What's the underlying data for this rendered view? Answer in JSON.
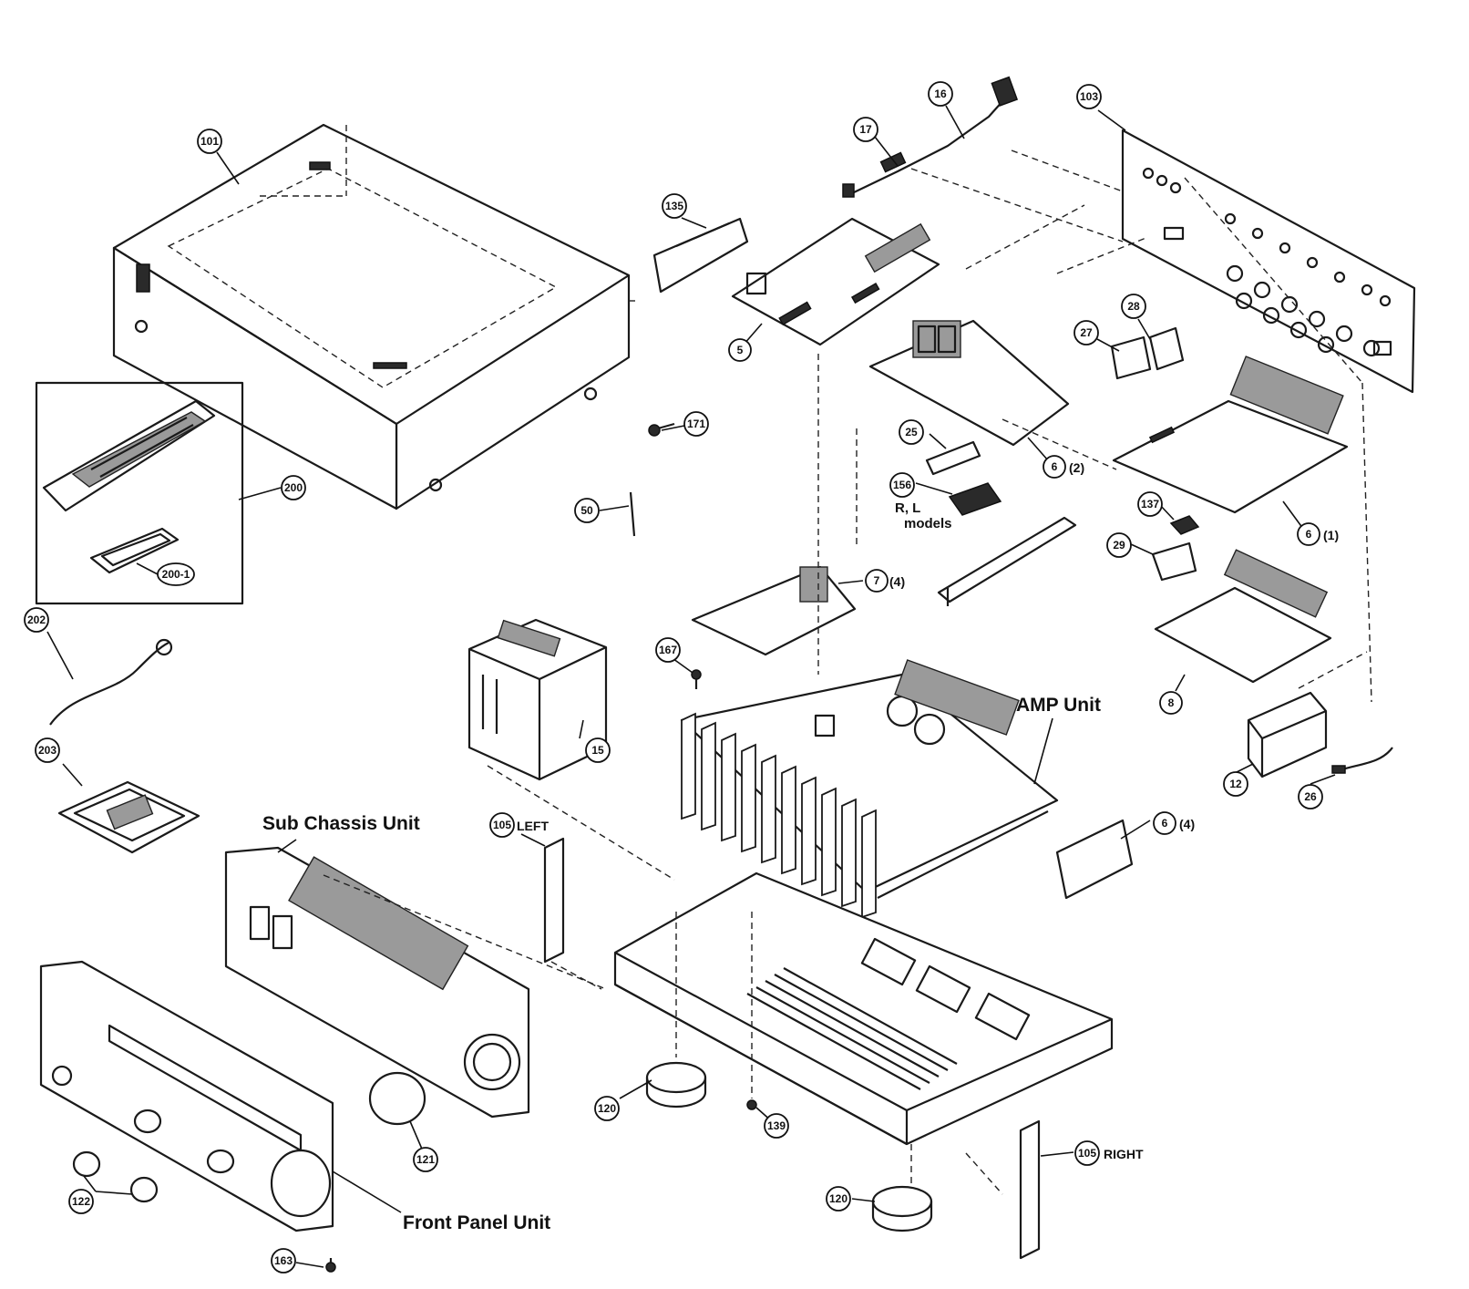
{
  "diagram": {
    "unit_labels": {
      "sub_chassis": "Sub Chassis Unit",
      "amp": "AMP Unit",
      "front_panel": "Front Panel Unit",
      "rl_models_line1": "R, L",
      "rl_models_line2": "models"
    },
    "callouts": {
      "p101": "101",
      "p103": "103",
      "p16": "16",
      "p17": "17",
      "p135": "135",
      "p5": "5",
      "p28": "28",
      "p27": "27",
      "p25": "25",
      "p6_2": "6",
      "p156": "156",
      "p6_1": "6",
      "p137": "137",
      "p29": "29",
      "p171": "171",
      "p200": "200",
      "p200_1": "200-1",
      "p50": "50",
      "p7_4": "7",
      "p202": "202",
      "p167": "167",
      "p15": "15",
      "p8": "8",
      "p12": "12",
      "p26": "26",
      "p203": "203",
      "p6_4": "6",
      "p105_left": "105",
      "p120_a": "120",
      "p139": "139",
      "p121": "121",
      "p122": "122",
      "p105_right": "105",
      "p120_b": "120",
      "p163": "163"
    },
    "suffixes": {
      "p6_2": "(2)",
      "p6_1": "(1)",
      "p7_4": "(4)",
      "p6_4": "(4)",
      "p105_left": "LEFT",
      "p105_right": "RIGHT"
    }
  }
}
